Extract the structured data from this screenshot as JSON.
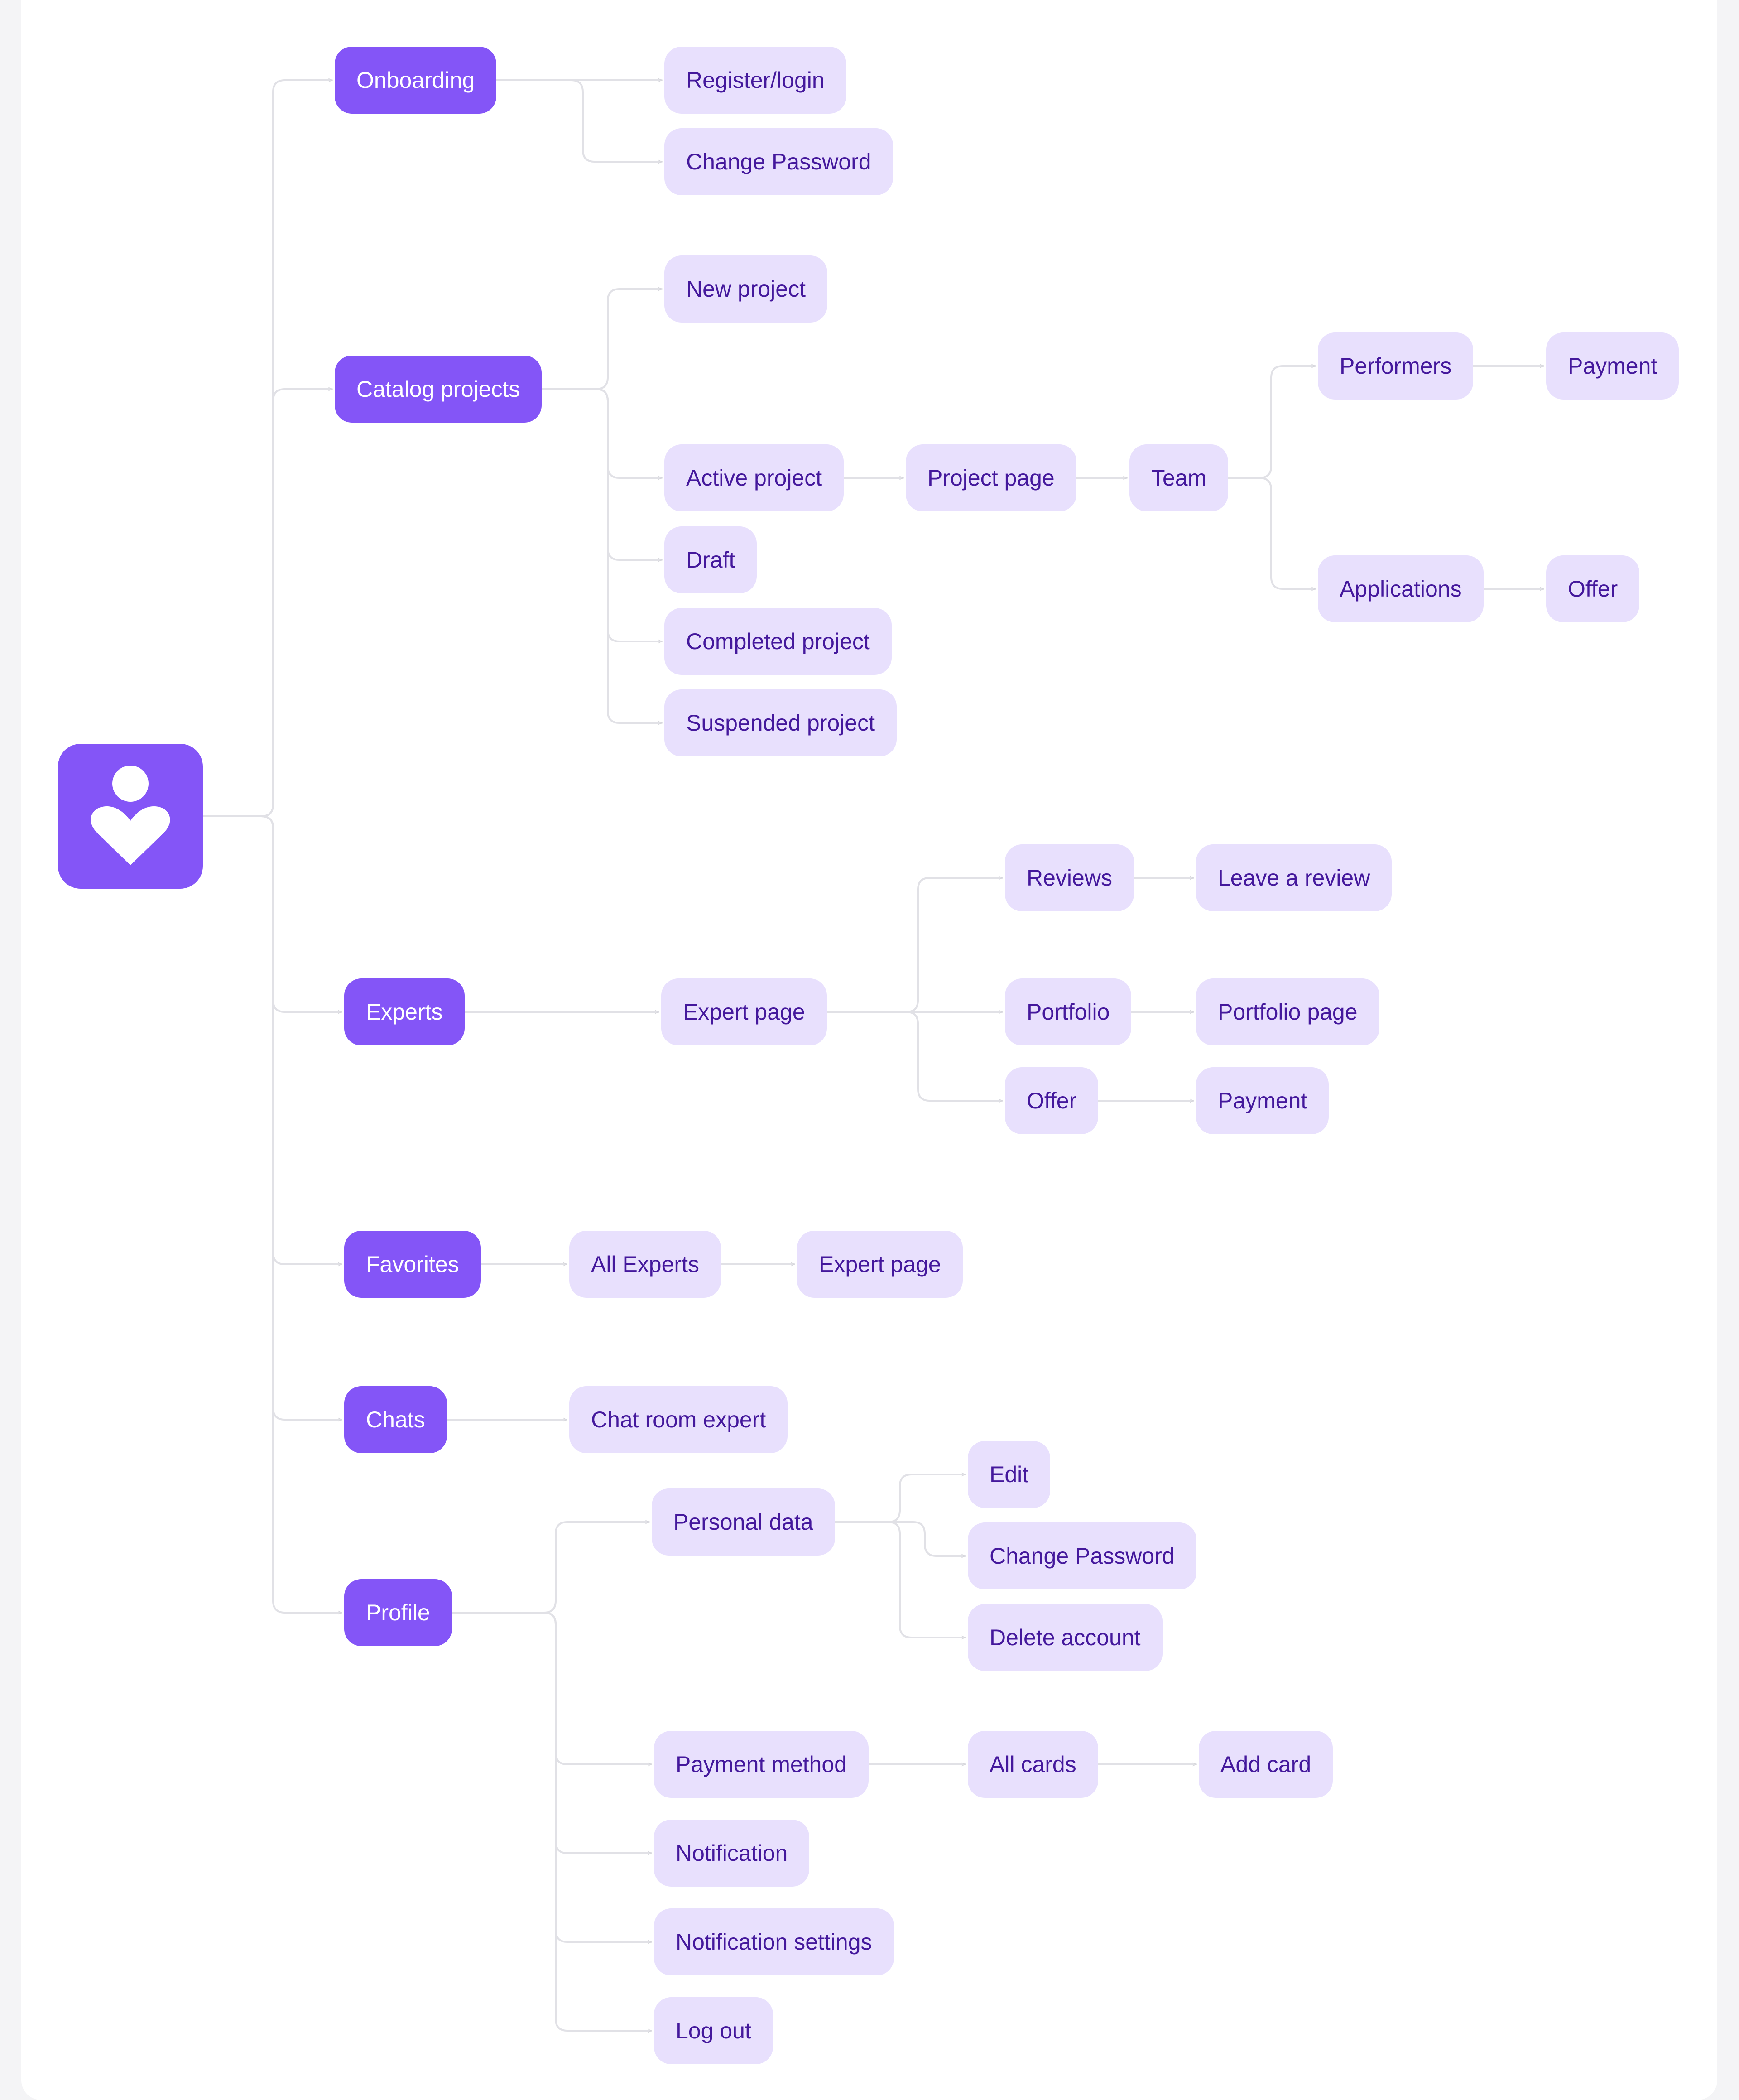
{
  "colors": {
    "primary": "#8455f7",
    "secondary_bg": "#e8e0fd",
    "secondary_text": "#44189c",
    "connector": "#e1e1e6",
    "canvas": "#ffffff",
    "page": "#f4f4f6"
  },
  "logo": {
    "icon": "heart-person-icon"
  },
  "sections": {
    "onboarding": {
      "label": "Onboarding",
      "register_login": "Register/login",
      "change_password": "Change Password"
    },
    "catalog": {
      "label": "Catalog projects",
      "new_project": "New project",
      "active_project": "Active project",
      "project_page": "Project page",
      "team": "Team",
      "performers": "Performers",
      "payment": "Payment",
      "applications": "Applications",
      "offer": "Offer",
      "draft": "Draft",
      "completed_project": "Completed project",
      "suspended_project": "Suspended project"
    },
    "experts": {
      "label": "Experts",
      "expert_page": "Expert page",
      "reviews": "Reviews",
      "leave_review": "Leave a review",
      "portfolio": "Portfolio",
      "portfolio_page": "Portfolio page",
      "offer": "Offer",
      "payment": "Payment"
    },
    "favorites": {
      "label": "Favorites",
      "all_experts": "All Experts",
      "expert_page": "Expert page"
    },
    "chats": {
      "label": "Chats",
      "chat_room": "Chat room expert"
    },
    "profile": {
      "label": "Profile",
      "personal_data": "Personal data",
      "edit": "Edit",
      "change_password": "Change Password",
      "delete_account": "Delete account",
      "payment_method": "Payment method",
      "all_cards": "All cards",
      "add_card": "Add card",
      "notification": "Notification",
      "notification_settings": "Notification settings",
      "log_out": "Log out"
    }
  }
}
